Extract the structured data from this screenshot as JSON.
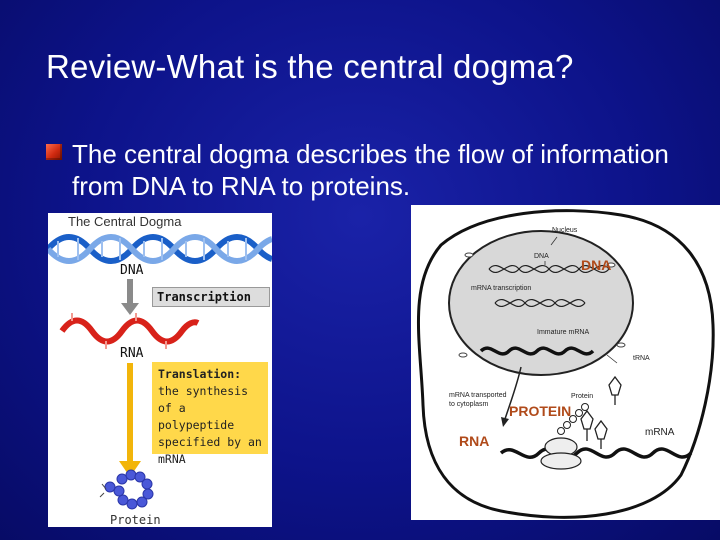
{
  "slide": {
    "title": "Review-What is the central dogma?",
    "bullet": "The central dogma describes the flow of information from DNA to RNA to proteins."
  },
  "left_figure": {
    "title": "The Central Dogma",
    "dna_label": "DNA",
    "transcription_label": "Transcription",
    "rna_label": "RNA",
    "translation_heading": "Translation:",
    "translation_lines": [
      "the synthesis",
      "of a polypeptide",
      "specified by an",
      "mRNA"
    ],
    "protein_label": "Protein",
    "colors": {
      "dna": "#1a5fc8",
      "rna": "#d8221a",
      "arrow": "#f2b50a",
      "protein": "#4a58d8"
    }
  },
  "right_figure": {
    "nucleus_label": "Nucleus",
    "dna_small": "DNA",
    "dna_big": "DNA",
    "mrna_transcription": "mRNA transcription",
    "immature_mrna": "Immature mRNA",
    "trna": "tRNA",
    "mrna_transport": "mRNA transported to cytoplasm",
    "protein_small": "Protein",
    "protein_big": "PROTEIN",
    "rna_big": "RNA",
    "mrna": "mRNA"
  }
}
